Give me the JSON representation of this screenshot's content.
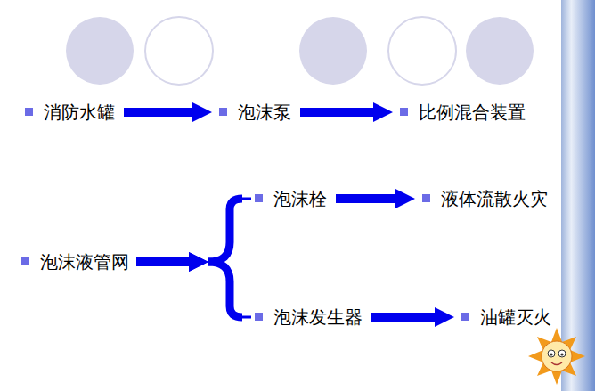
{
  "diagram": {
    "nodes": [
      {
        "text": [
          "消防水罐"
        ]
      },
      {
        "text": [
          "泡沫泵"
        ]
      },
      {
        "text": [
          "比例混合装置"
        ]
      },
      {
        "text": [
          "泡沫液管网"
        ]
      },
      {
        "text": [
          "泡沫栓"
        ]
      },
      {
        "text": [
          "液体流散火灾"
        ]
      },
      {
        "text": [
          "泡沫发生器"
        ]
      },
      {
        "text": [
          "油罐灭火"
        ]
      }
    ],
    "edges": [
      {
        "from": 0,
        "to": 1,
        "arrow": "to"
      },
      {
        "from": 1,
        "to": 2,
        "arrow": "to"
      },
      {
        "from": 3,
        "to": 4,
        "arrow": "to"
      },
      {
        "from": 3,
        "to": 6,
        "arrow": "to"
      },
      {
        "from": 4,
        "to": 5,
        "arrow": "to"
      },
      {
        "from": 6,
        "to": 7,
        "arrow": "to"
      }
    ]
  }
}
